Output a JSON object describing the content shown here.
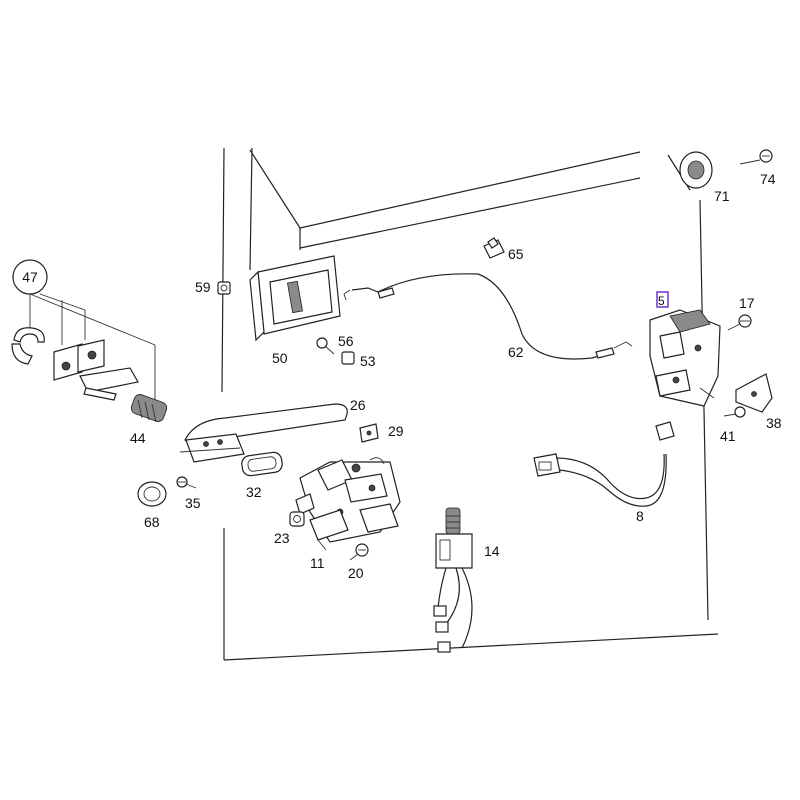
{
  "diagram": {
    "callouts": {
      "p47": "47",
      "p44": "44",
      "p68": "68",
      "p35": "35",
      "p59": "59",
      "p50": "50",
      "p56": "56",
      "p53": "53",
      "p26": "26",
      "p29": "29",
      "p32": "32",
      "p23": "23",
      "p11": "11",
      "p20": "20",
      "p14": "14",
      "p65": "65",
      "p62": "62",
      "p8": "8",
      "p71": "71",
      "p74": "74",
      "p17": "17",
      "p38": "38",
      "p41": "41",
      "p5": "5"
    }
  },
  "colors": {
    "line": "#222222",
    "highlight": "#7b3fd0",
    "background": "#ffffff"
  }
}
